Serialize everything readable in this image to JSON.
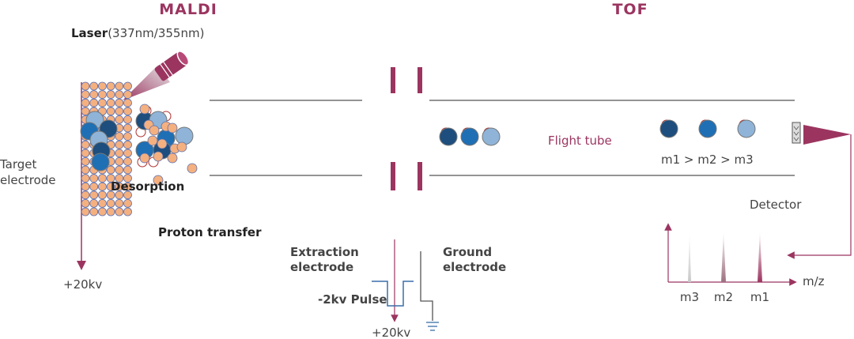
{
  "titles": {
    "maldi": "MALDI",
    "tof": "TOF"
  },
  "laser": {
    "label": "Laser",
    "wavelengths": "(337nm/355nm)"
  },
  "labels": {
    "target_electrode_1": "Target",
    "target_electrode_2": "electrode",
    "target_voltage": "+20kv",
    "desorption": "Desorption",
    "proton_transfer": "Proton transfer",
    "extraction_1": "Extraction",
    "extraction_2": "electrode",
    "ground_1": "Ground",
    "ground_2": "electrode",
    "pulse": "-2kv Pulse",
    "bottom_voltage": "+20kv",
    "flight_tube": "Flight tube",
    "mass_order": "m1 >  m2 >  m3",
    "detector": "Detector"
  },
  "spectrum": {
    "xlabel": "m/z",
    "peaks": [
      {
        "label": "m3",
        "color": "#cccccc"
      },
      {
        "label": "m2",
        "color": "#9c7080"
      },
      {
        "label": "m1",
        "color": "#9b3560"
      }
    ]
  },
  "colors": {
    "accent": "#9b3560",
    "matrix": "#f5b07f",
    "ion_dark": "#1d4e7e",
    "ion_mid": "#1f6fb5",
    "ion_light": "#8fb4d8"
  }
}
